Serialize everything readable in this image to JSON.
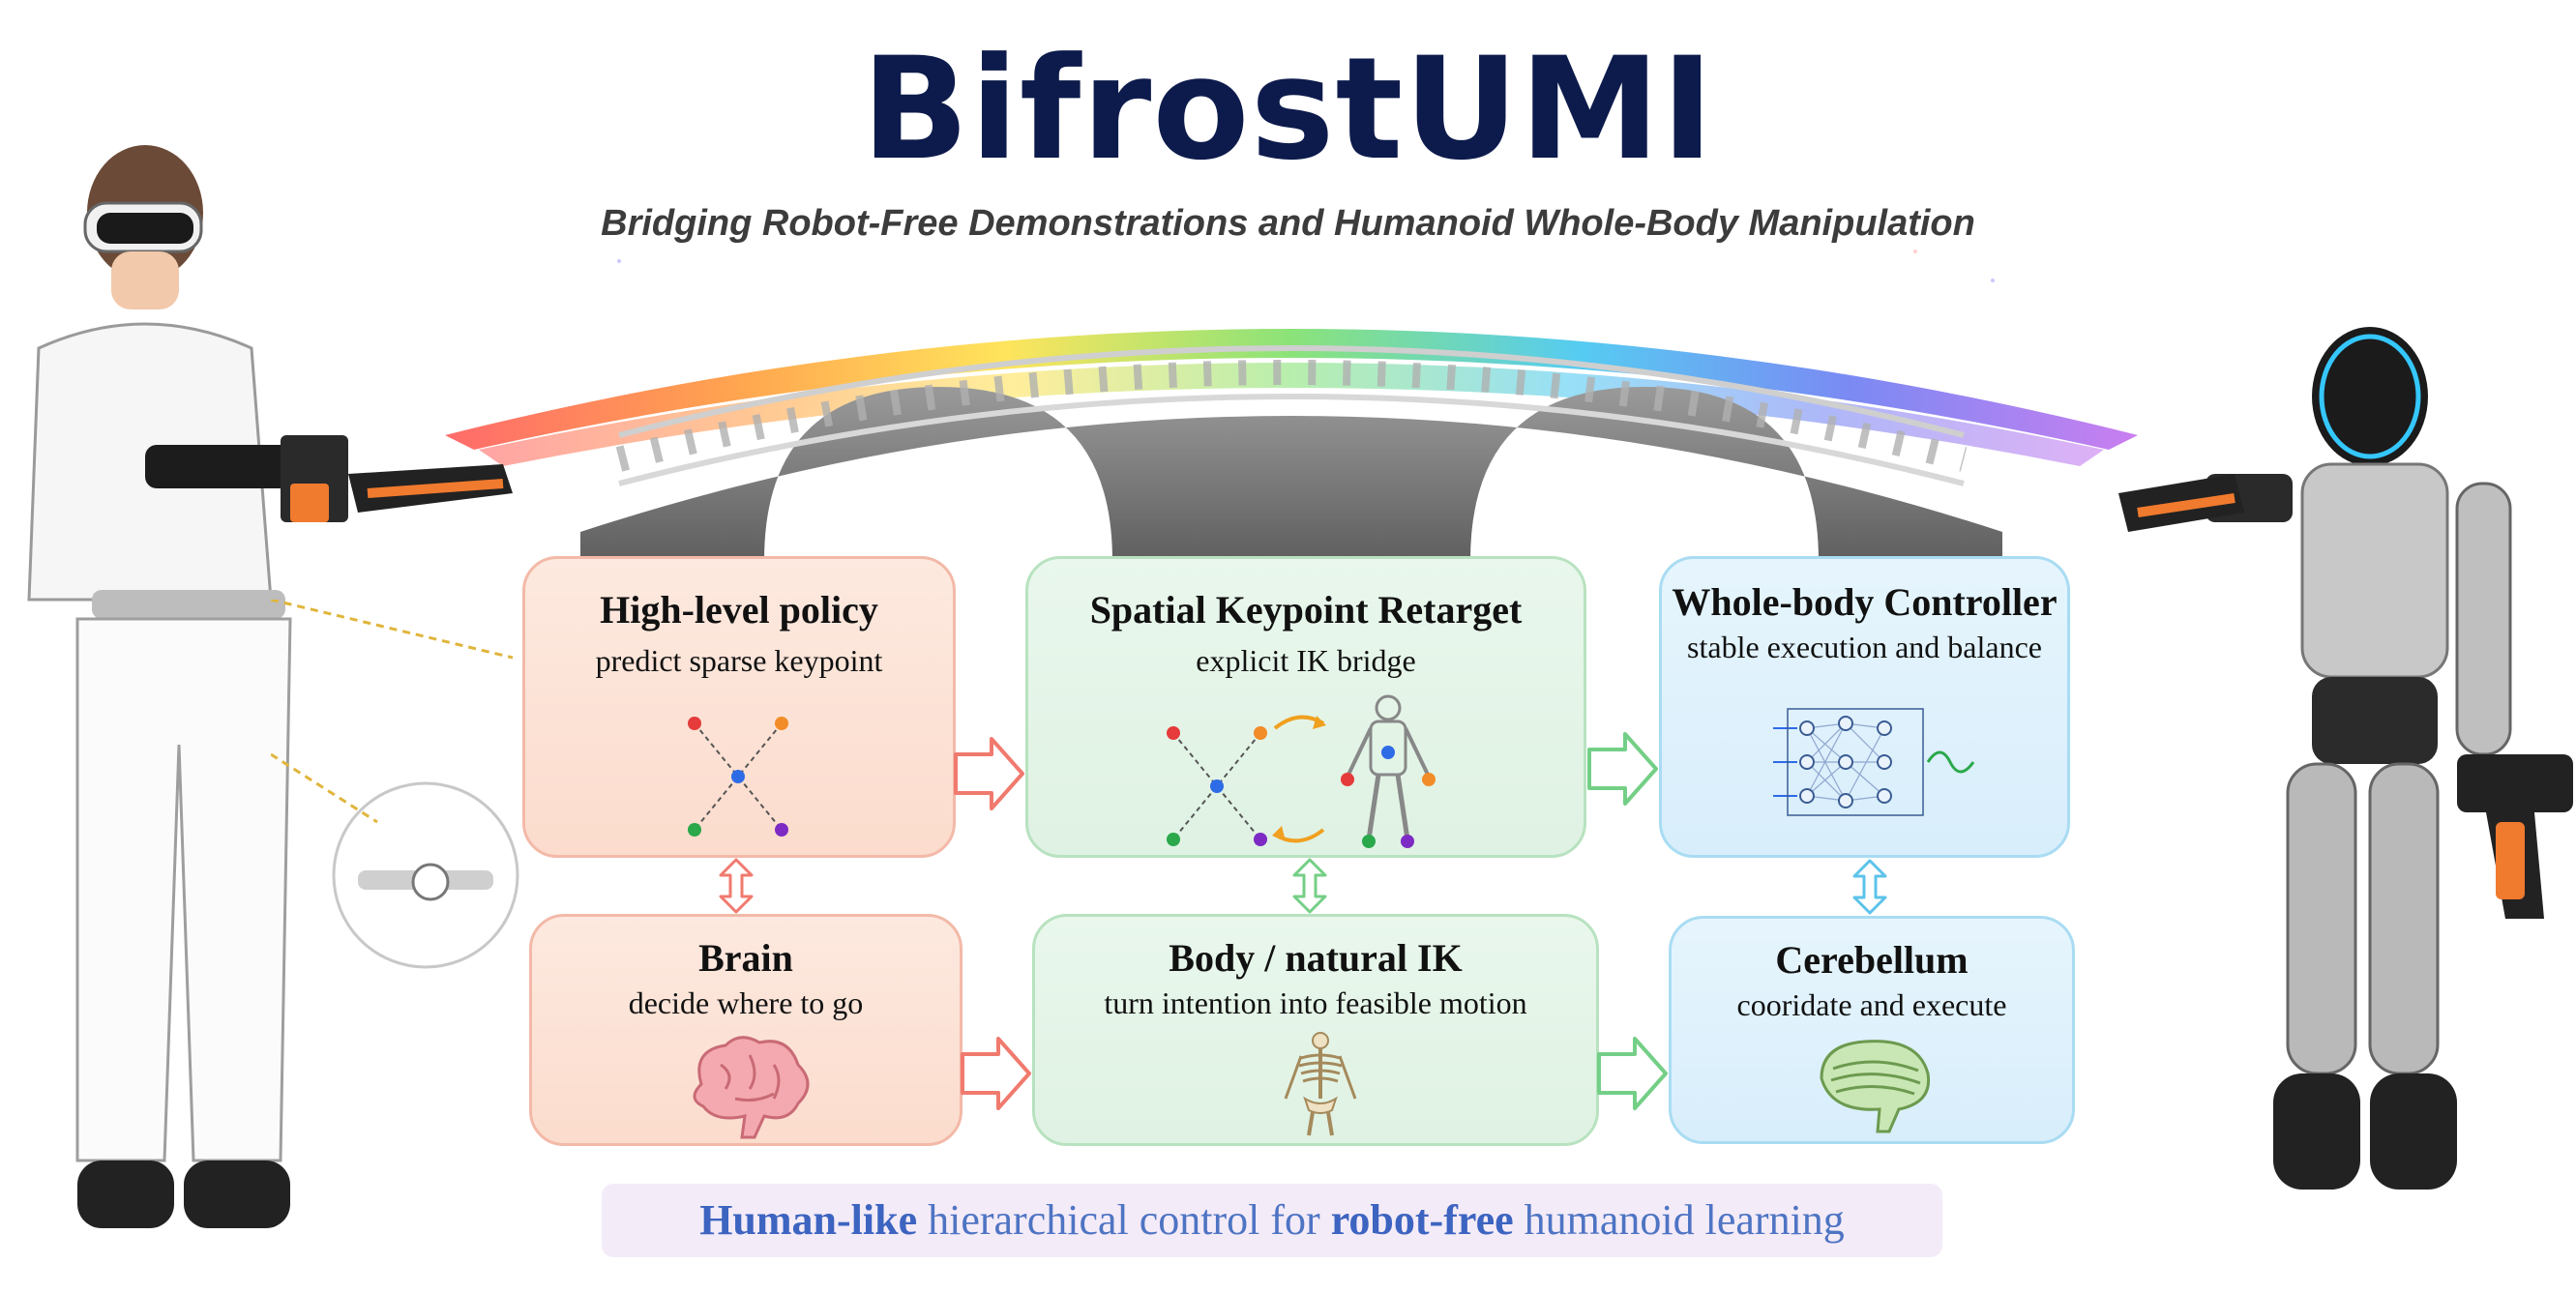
{
  "title": "BifrostUMI",
  "subtitle": "Bridging Robot-Free Demonstrations and Humanoid Whole-Body Manipulation",
  "top_row": [
    {
      "title": "High-level policy",
      "subtitle": "predict sparse keypoint",
      "icon": "keypoint-cross-icon"
    },
    {
      "title": "Spatial Keypoint Retarget",
      "subtitle": "explicit IK bridge",
      "icon": "keypoint-to-robot-icon"
    },
    {
      "title": "Whole-body Controller",
      "subtitle": "stable execution and balance",
      "icon": "neural-network-icon"
    }
  ],
  "bottom_row": [
    {
      "title": "Brain",
      "subtitle": "decide where to go",
      "icon": "brain-icon"
    },
    {
      "title": "Body / natural IK",
      "subtitle": "turn intention into feasible motion",
      "icon": "skeleton-icon"
    },
    {
      "title": "Cerebellum",
      "subtitle": "cooridate and execute",
      "icon": "cerebellum-icon"
    }
  ],
  "tagline": {
    "part1": "Human-like",
    "part2": " hierarchical control for ",
    "part3": "robot-free",
    "part4": " humanoid learning"
  },
  "colors": {
    "title": "#0d1b4c",
    "red_accent": "#f07a6e",
    "green_accent": "#74cf86",
    "blue_accent": "#5cc3ea",
    "tagline_text": "#4e74c3",
    "tagline_bg": "#f4ebf8"
  }
}
